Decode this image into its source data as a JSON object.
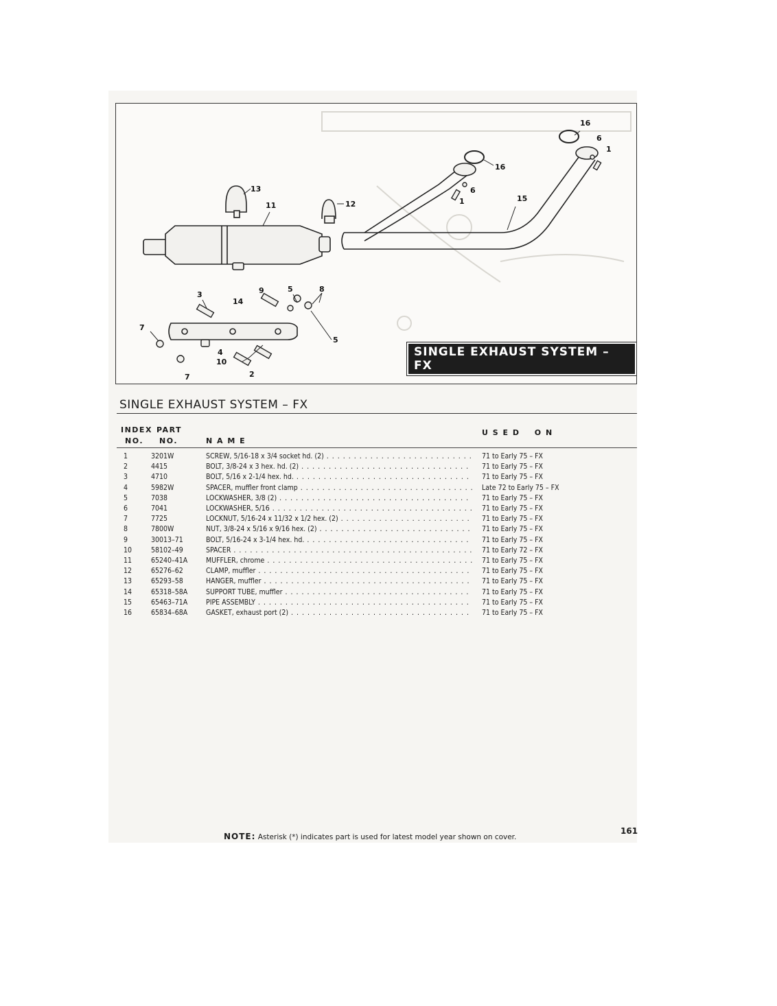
{
  "diagram": {
    "caption": "SINGLE EXHAUST SYSTEM – FX",
    "callouts": [
      "16",
      "6",
      "1",
      "16",
      "6",
      "1",
      "15",
      "13",
      "11",
      "12",
      "3",
      "14",
      "9",
      "5",
      "8",
      "7",
      "5",
      "4",
      "10",
      "2",
      "7"
    ]
  },
  "section": {
    "title": "SINGLE EXHAUST SYSTEM – FX"
  },
  "table": {
    "headers": {
      "index_1": "INDEX",
      "index_2": "NO.",
      "part_1": "PART",
      "part_2": "NO.",
      "name": "N A M E",
      "used_on": "U S E D    O N"
    },
    "rows": [
      {
        "index": "1",
        "part": "3201W",
        "name": "SCREW, 5/16-18 x 3/4 socket hd. (2)",
        "used_on": "71 to Early 75 – FX"
      },
      {
        "index": "2",
        "part": "4415",
        "name": "BOLT, 3/8-24 x 3 hex. hd. (2)",
        "used_on": "71 to Early 75 – FX"
      },
      {
        "index": "3",
        "part": "4710",
        "name": "BOLT, 5/16 x 2-1/4 hex. hd.",
        "used_on": "71 to Early 75 – FX"
      },
      {
        "index": "4",
        "part": "5982W",
        "name": "SPACER, muffler front clamp",
        "used_on": "Late 72 to Early 75 – FX"
      },
      {
        "index": "5",
        "part": "7038",
        "name": "LOCKWASHER, 3/8 (2)",
        "used_on": "71 to Early 75 – FX"
      },
      {
        "index": "6",
        "part": "7041",
        "name": "LOCKWASHER, 5/16",
        "used_on": "71 to Early 75 – FX"
      },
      {
        "index": "7",
        "part": "7725",
        "name": "LOCKNUT, 5/16-24 x 11/32 x 1/2 hex. (2)",
        "used_on": "71 to Early 75 – FX"
      },
      {
        "index": "8",
        "part": "7800W",
        "name": "NUT, 3/8-24 x 5/16 x 9/16 hex. (2)",
        "used_on": "71 to Early 75 – FX"
      },
      {
        "index": "9",
        "part": "30013–71",
        "name": "BOLT, 5/16-24 x 3-1/4 hex. hd.",
        "used_on": "71 to Early 75 – FX"
      },
      {
        "index": "10",
        "part": "58102–49",
        "name": "SPACER",
        "used_on": "71 to Early 72 – FX"
      },
      {
        "index": "11",
        "part": "65240–41A",
        "name": "MUFFLER, chrome",
        "used_on": "71 to Early 75 – FX"
      },
      {
        "index": "12",
        "part": "65276–62",
        "name": "CLAMP, muffler",
        "used_on": "71 to Early 75 – FX"
      },
      {
        "index": "13",
        "part": "65293–58",
        "name": "HANGER, muffler",
        "used_on": "71 to Early 75 – FX"
      },
      {
        "index": "14",
        "part": "65318–58A",
        "name": "SUPPORT TUBE, muffler",
        "used_on": "71 to Early 75 – FX"
      },
      {
        "index": "15",
        "part": "65463–71A",
        "name": "PIPE ASSEMBLY",
        "used_on": "71 to Early 75 – FX"
      },
      {
        "index": "16",
        "part": "65834–68A",
        "name": "GASKET, exhaust port (2)",
        "used_on": "71 to Early 75 – FX"
      }
    ]
  },
  "note": {
    "label": "NOTE:",
    "text": "Asterisk (*) indicates part is used for latest model year shown on cover."
  },
  "page_number": "161"
}
